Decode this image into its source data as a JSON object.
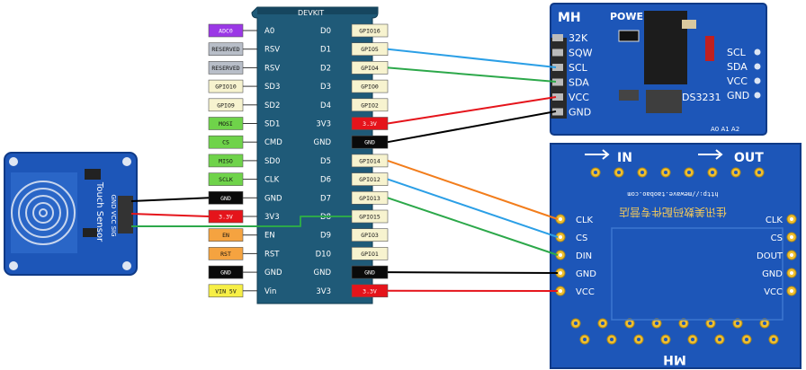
{
  "devkit": {
    "title": "DEVKIT",
    "left_pins": [
      {
        "pin": "A0",
        "tag": "ADC0",
        "color": "#9b38e6"
      },
      {
        "pin": "RSV",
        "tag": "RESERVED",
        "color": "#b8bec8"
      },
      {
        "pin": "RSV",
        "tag": "RESERVED",
        "color": "#b8bec8"
      },
      {
        "pin": "SD3",
        "tag": "GPIO10",
        "color": "#f7f3cf"
      },
      {
        "pin": "SD2",
        "tag": "GPIO9",
        "color": "#f7f3cf"
      },
      {
        "pin": "SD1",
        "tag": "MOSI",
        "color": "#6fd34a"
      },
      {
        "pin": "CMD",
        "tag": "CS",
        "color": "#6fd34a"
      },
      {
        "pin": "SD0",
        "tag": "MISO",
        "color": "#6fd34a"
      },
      {
        "pin": "CLK",
        "tag": "SCLK",
        "color": "#6fd34a"
      },
      {
        "pin": "GND",
        "tag": "GND",
        "color": "#0a0a0a"
      },
      {
        "pin": "3V3",
        "tag": "3.3V",
        "color": "#e5141b"
      },
      {
        "pin": "EN",
        "tag": "EN",
        "color": "#f5a340"
      },
      {
        "pin": "RST",
        "tag": "RST",
        "color": "#f5a340"
      },
      {
        "pin": "GND",
        "tag": "GND",
        "color": "#0a0a0a"
      },
      {
        "pin": "Vin",
        "tag": "VIN 5V",
        "color": "#f7ef46"
      }
    ],
    "right_pins": [
      {
        "pin": "D0",
        "tag": "GPIO16",
        "color": "#f7f3cf"
      },
      {
        "pin": "D1",
        "tag": "GPIO5",
        "color": "#f7f3cf"
      },
      {
        "pin": "D2",
        "tag": "GPIO4",
        "color": "#f7f3cf"
      },
      {
        "pin": "D3",
        "tag": "GPIO0",
        "color": "#f7f3cf"
      },
      {
        "pin": "D4",
        "tag": "GPIO2",
        "color": "#f7f3cf"
      },
      {
        "pin": "3V3",
        "tag": "3.3V",
        "color": "#e5141b"
      },
      {
        "pin": "GND",
        "tag": "GND",
        "color": "#0a0a0a"
      },
      {
        "pin": "D5",
        "tag": "GPIO14",
        "color": "#f7f3cf"
      },
      {
        "pin": "D6",
        "tag": "GPIO12",
        "color": "#f7f3cf"
      },
      {
        "pin": "D7",
        "tag": "GPIO13",
        "color": "#f7f3cf"
      },
      {
        "pin": "D8",
        "tag": "GPIO15",
        "color": "#f7f3cf"
      },
      {
        "pin": "D9",
        "tag": "GPIO3",
        "color": "#f7f3cf"
      },
      {
        "pin": "D10",
        "tag": "GPIO1",
        "color": "#f7f3cf"
      },
      {
        "pin": "GND",
        "tag": "GND",
        "color": "#0a0a0a"
      },
      {
        "pin": "3V3",
        "tag": "3.3V",
        "color": "#e5141b"
      }
    ]
  },
  "rtc": {
    "brand": "MH",
    "power": "POWER",
    "chip": "DS3231",
    "left_pins": [
      "32K",
      "SQW",
      "SCL",
      "SDA",
      "VCC",
      "GND"
    ],
    "right_pins": [
      "SCL",
      "SDA",
      "VCC",
      "GND"
    ],
    "addr": "A0 A1 A2"
  },
  "touch": {
    "label": "Touch Sensor",
    "pins": "GND VCC SIG"
  },
  "display": {
    "in_label": "IN",
    "out_label": "OUT",
    "brand": "MH",
    "left_pins": [
      "CLK",
      "CS",
      "DIN",
      "GND",
      "VCC"
    ],
    "right_pins": [
      "CLK",
      "CS",
      "DOUT",
      "GND",
      "VCC"
    ],
    "chinese": "佳讯美数码配件专营店",
    "url": "http://mewave.taobao.com"
  },
  "colors": {
    "board_blue": "#1d56b8",
    "devkit_dark": "#1f5a78",
    "wire_blue": "#2b9fe6",
    "wire_green": "#2ca84a",
    "wire_red": "#e5141b",
    "wire_black": "#000000",
    "wire_orange": "#f27d1c"
  }
}
